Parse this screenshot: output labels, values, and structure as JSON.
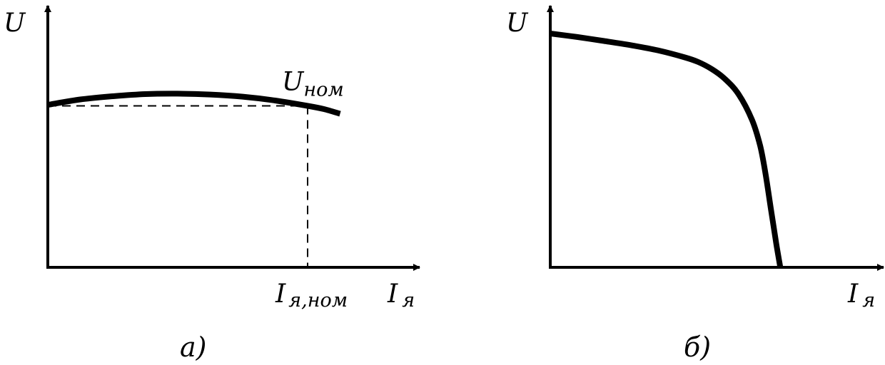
{
  "colors": {
    "background": "#ffffff",
    "ink": "#000000"
  },
  "chart_data": [
    {
      "type": "line",
      "caption": "а)",
      "ylabel": "U",
      "xlabel": {
        "main": "I",
        "sub": "я"
      },
      "grid": false,
      "legend": "none",
      "series": [
        {
          "x": [
            0,
            0.1,
            0.2,
            0.3,
            0.4,
            0.5,
            0.6,
            0.7,
            0.8,
            0.85,
            0.9
          ],
          "y": [
            0.76,
            0.785,
            0.8,
            0.81,
            0.812,
            0.808,
            0.798,
            0.78,
            0.755,
            0.74,
            0.718
          ]
        }
      ],
      "annotations": [
        {
          "kind": "point_label",
          "main": "U",
          "sub": "ном",
          "x": 0.8,
          "y": 0.755
        },
        {
          "kind": "tick_label",
          "axis": "x",
          "main": "I",
          "sub": "я,ном",
          "at": 0.8
        }
      ],
      "guides": [
        {
          "kind": "dashed",
          "from": [
            0,
            0.755
          ],
          "to": [
            0.8,
            0.755
          ]
        },
        {
          "kind": "dashed",
          "from": [
            0.8,
            0.755
          ],
          "to": [
            0.8,
            0
          ]
        }
      ]
    },
    {
      "type": "line",
      "caption": "б)",
      "ylabel": "U",
      "xlabel": {
        "main": "I",
        "sub": "я"
      },
      "grid": false,
      "legend": "none",
      "series": [
        {
          "x": [
            0,
            0.1,
            0.2,
            0.3,
            0.4,
            0.5,
            0.55,
            0.6,
            0.65,
            0.7,
            0.75,
            0.78,
            0.8,
            0.82,
            0.84,
            0.855
          ],
          "y": [
            1.0,
            0.985,
            0.968,
            0.95,
            0.928,
            0.898,
            0.878,
            0.848,
            0.805,
            0.74,
            0.63,
            0.52,
            0.4,
            0.25,
            0.1,
            0.0
          ]
        }
      ]
    }
  ]
}
